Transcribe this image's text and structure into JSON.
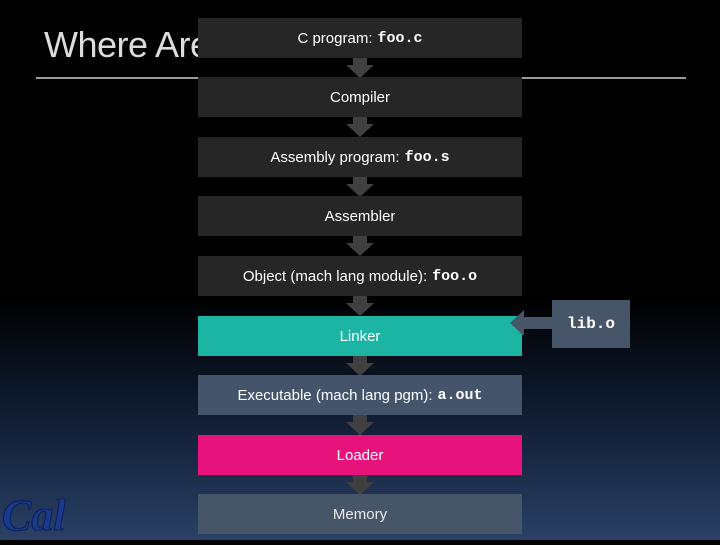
{
  "slide": {
    "title": "Where Are We Now?"
  },
  "flow": {
    "c_program": {
      "label": "C program:",
      "file": "foo.c"
    },
    "compiler": {
      "label": "Compiler"
    },
    "assembly_program": {
      "label": "Assembly program:",
      "file": "foo.s"
    },
    "assembler": {
      "label": "Assembler"
    },
    "object_module": {
      "label": "Object (mach lang module):",
      "file": "foo.o"
    },
    "linker": {
      "label": "Linker"
    },
    "executable": {
      "label": "Executable (mach lang pgm):",
      "file": "a.out"
    },
    "loader": {
      "label": "Loader"
    },
    "memory": {
      "label": "Memory"
    }
  },
  "library": {
    "file": "lib.o"
  },
  "colors": {
    "step_dark": "#262626",
    "linker": "#1cb5a3",
    "executable": "#43546b",
    "loader": "#e8127c",
    "memory": "#475569",
    "arrow": "#404040"
  },
  "logo": {
    "text": "Cal"
  }
}
